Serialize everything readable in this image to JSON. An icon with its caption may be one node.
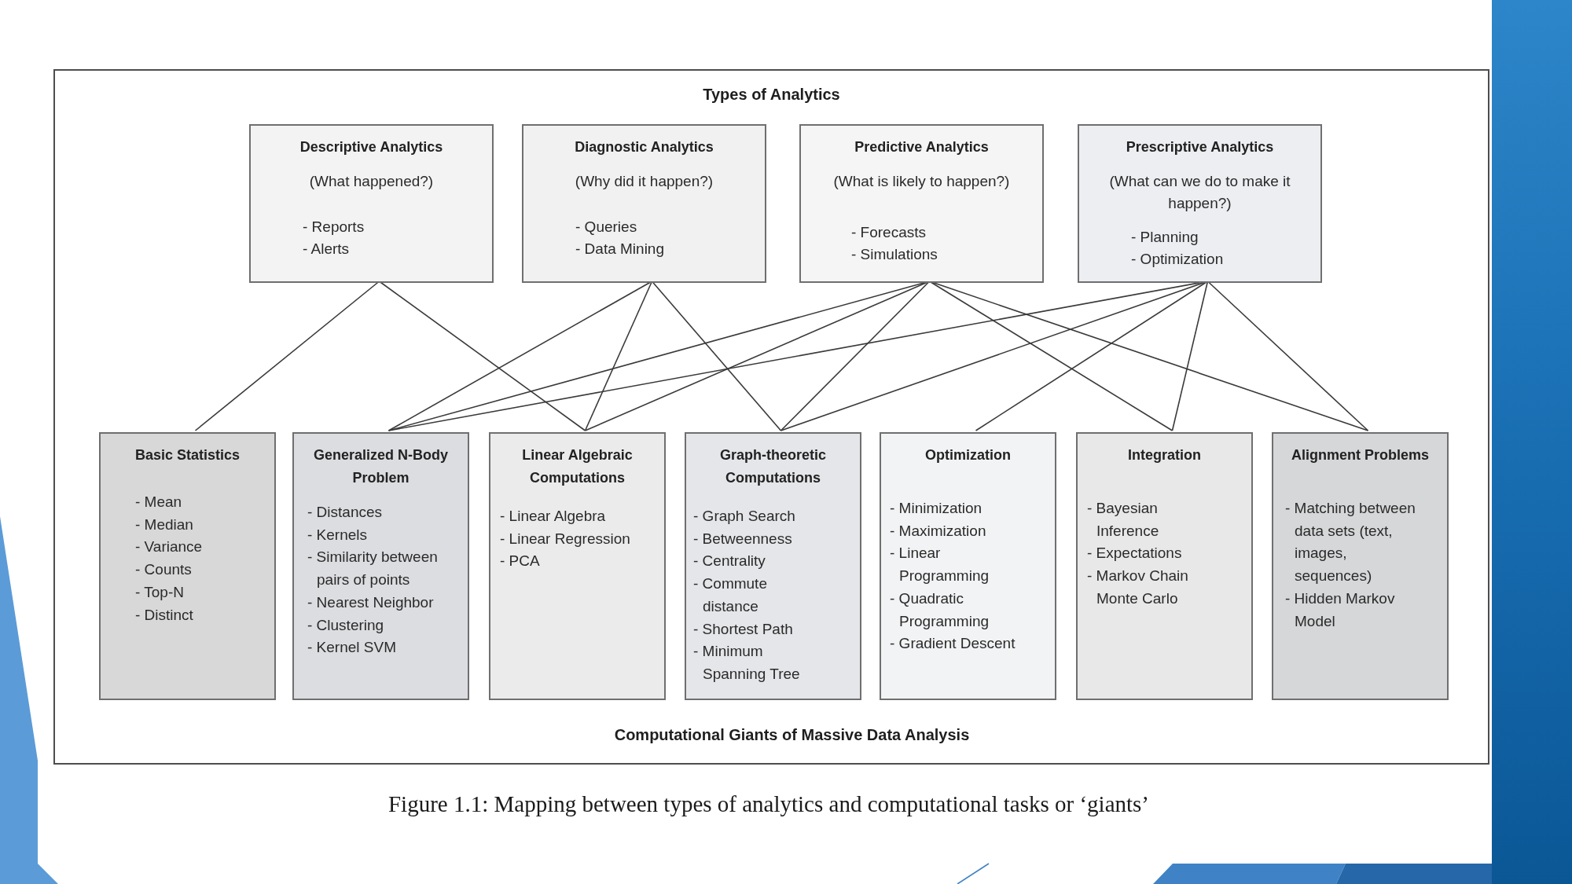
{
  "diagram": {
    "caption": "Figure 1.1: Mapping between types of analytics and computational tasks or ‘giants’",
    "nodes": [
      {
        "text": [
          "Types of Analytics",
          "Computational Giants of Massive Data Analysis"
        ]
      },
      {
        "text": [
          "Descriptive Analytics",
          "(What happened?)",
          "- Reports",
          "- Alerts"
        ],
        "in": 0
      },
      {
        "text": [
          "Diagnostic Analytics",
          "(Why did it happen?)",
          "- Queries",
          "- Data Mining"
        ],
        "in": 0
      },
      {
        "text": [
          "Predictive Analytics",
          "(What is likely to happen?)",
          "- Forecasts",
          "- Simulations"
        ],
        "in": 0
      },
      {
        "text": [
          "Prescriptive Analytics",
          "(What can we do to make it happen?)",
          "- Planning",
          "- Optimization"
        ],
        "in": 0
      },
      {
        "text": [
          "Basic Statistics",
          "- Mean",
          "- Median",
          "- Variance",
          "- Counts",
          "- Top-N",
          "- Distinct"
        ],
        "in": 0
      },
      {
        "text": [
          "Generalized N-Body Problem",
          "- Distances",
          "- Kernels",
          "- Similarity between pairs of points",
          "- Nearest Neighbor",
          "- Clustering",
          "- Kernel SVM"
        ],
        "in": 0
      },
      {
        "text": [
          "Linear Algebraic Computations",
          "- Linear Algebra",
          "- Linear Regression",
          "- PCA"
        ],
        "in": 0
      },
      {
        "text": [
          "Graph-theoretic Computations",
          "- Graph Search",
          "- Betweenness",
          "- Centrality",
          "- Commute distance",
          "- Shortest Path",
          "- Minimum Spanning Tree"
        ],
        "in": 0
      },
      {
        "text": [
          "Optimization",
          "- Minimization",
          "- Maximization",
          "- Linear Programming",
          "- Quadratic Programming",
          "- Gradient Descent"
        ],
        "in": 0
      },
      {
        "text": [
          "Integration",
          "- Bayesian Inference",
          "- Expectations",
          "- Markov Chain Monte Carlo"
        ],
        "in": 0
      },
      {
        "text": [
          "Alignment Problems",
          "- Matching between data sets (text, images, sequences)",
          "- Hidden Markov Model"
        ],
        "in": 0
      }
    ],
    "edges": [
      {
        "from": 1,
        "to": 5,
        "arrow": "none"
      },
      {
        "from": 1,
        "to": 7,
        "arrow": "none"
      },
      {
        "from": 2,
        "to": 6,
        "arrow": "none"
      },
      {
        "from": 2,
        "to": 7,
        "arrow": "none"
      },
      {
        "from": 2,
        "to": 8,
        "arrow": "none"
      },
      {
        "from": 3,
        "to": 6,
        "arrow": "none"
      },
      {
        "from": 3,
        "to": 7,
        "arrow": "none"
      },
      {
        "from": 3,
        "to": 8,
        "arrow": "none"
      },
      {
        "from": 3,
        "to": 10,
        "arrow": "none"
      },
      {
        "from": 3,
        "to": 11,
        "arrow": "none"
      },
      {
        "from": 4,
        "to": 6,
        "arrow": "none"
      },
      {
        "from": 4,
        "to": 8,
        "arrow": "none"
      },
      {
        "from": 4,
        "to": 9,
        "arrow": "none"
      },
      {
        "from": 4,
        "to": 10,
        "arrow": "none"
      },
      {
        "from": 4,
        "to": 11,
        "arrow": "none"
      }
    ]
  }
}
